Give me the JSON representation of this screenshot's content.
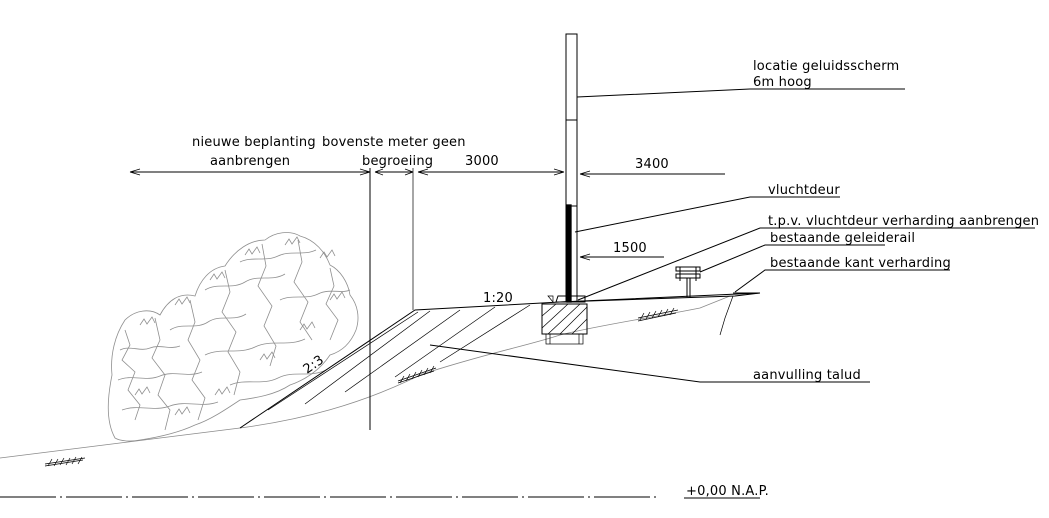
{
  "labels": {
    "screen_location_line1": "locatie geluidsscherm",
    "screen_location_line2": "6m hoog",
    "new_planting_line1": "nieuwe beplanting",
    "new_planting_line2": "aanbrengen",
    "top_meter_line1": "bovenste meter geen",
    "top_meter_line2": "begroeiing",
    "dim_3000": "3000",
    "dim_3400": "3400",
    "escape_door": "vluchtdeur",
    "paving_at_door": "t.p.v. vluchtdeur verharding aanbrengen",
    "dim_1500": "1500",
    "existing_guardrail": "bestaande geleiderail",
    "existing_pavement_edge": "bestaande kant verharding",
    "slope_top": "1:20",
    "slope_side": "2:3",
    "embankment_fill": "aanvulling talud",
    "datum": "+0,00 N.A.P."
  }
}
